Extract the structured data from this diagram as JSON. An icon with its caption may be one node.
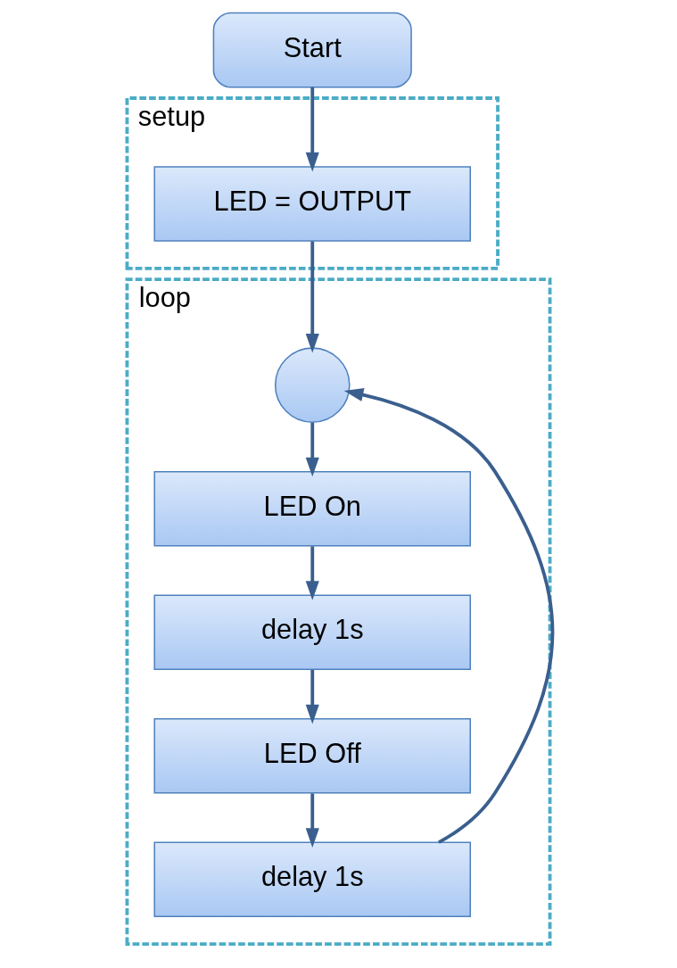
{
  "diagram": {
    "nodes": [
      {
        "text": [
          "Start"
        ]
      },
      {
        "text": [
          "setup"
        ]
      },
      {
        "text": [
          "LED = OUTPUT"
        ],
        "in": 1
      },
      {
        "text": [
          "loop"
        ]
      },
      {
        "text": [],
        "shape": "circle",
        "in": 3
      },
      {
        "text": [
          "LED On"
        ],
        "in": 3
      },
      {
        "text": [
          "delay 1s"
        ],
        "in": 3
      },
      {
        "text": [
          "LED Off"
        ],
        "in": 3
      },
      {
        "text": [
          "delay 1s"
        ],
        "in": 3
      }
    ],
    "edges": [
      {
        "from": 0,
        "to": 2,
        "arrow": "to"
      },
      {
        "from": 2,
        "to": 4,
        "arrow": "to"
      },
      {
        "from": 4,
        "to": 5,
        "arrow": "to"
      },
      {
        "from": 5,
        "to": 6,
        "arrow": "to"
      },
      {
        "from": 6,
        "to": 7,
        "arrow": "to"
      },
      {
        "from": 7,
        "to": 8,
        "arrow": "to"
      },
      {
        "from": 8,
        "to": 4,
        "arrow": "to"
      }
    ]
  }
}
